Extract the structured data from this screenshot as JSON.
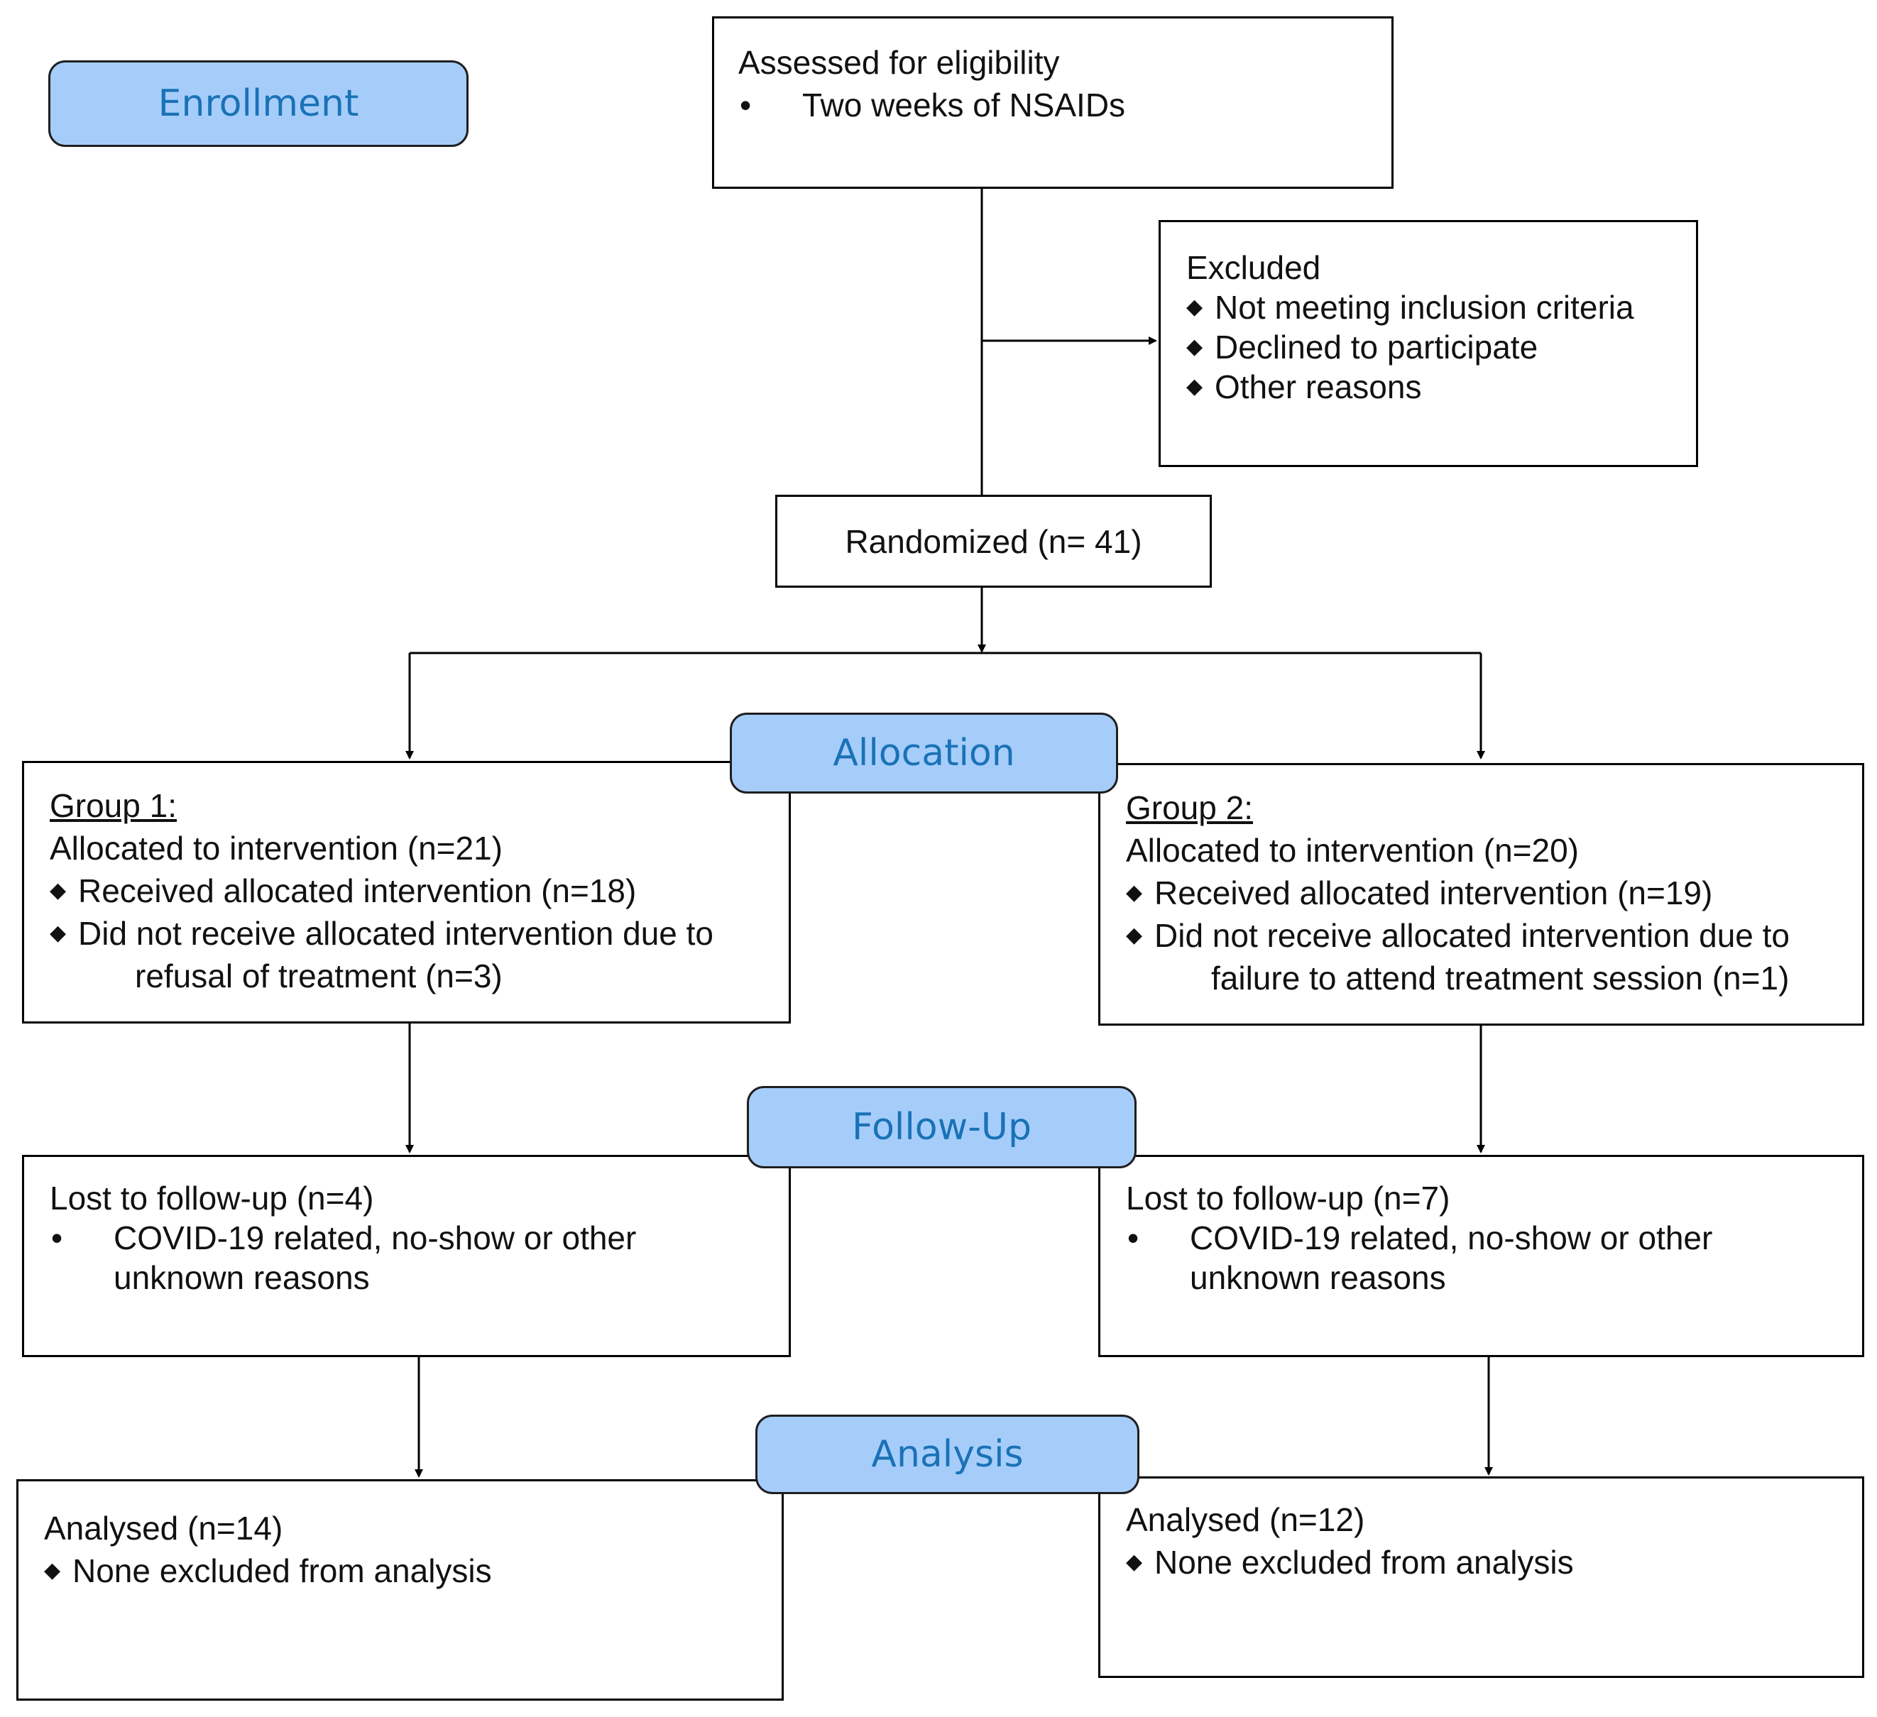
{
  "colors": {
    "stage_fill": "#a6cdfa",
    "stage_text": "#1a72b6",
    "line": "#000000"
  },
  "stages": {
    "enrollment": "Enrollment",
    "allocation": "Allocation",
    "followup": "Follow-Up",
    "analysis": "Analysis"
  },
  "assessed": {
    "title": "Assessed for eligibility",
    "items": [
      "Two weeks of NSAIDs"
    ]
  },
  "excluded": {
    "title": "Excluded",
    "items": [
      "Not meeting inclusion criteria",
      "Declined to participate",
      "Other reasons"
    ]
  },
  "randomized": "Randomized (n= 41)",
  "group1": {
    "title": "Group 1:",
    "allocated": "Allocated to intervention (n=21)",
    "received": "Received allocated intervention (n=18)",
    "not_received_1": "Did not receive allocated intervention due to",
    "not_received_2": "refusal of treatment (n=3)",
    "lost": "Lost to follow-up (n=4)",
    "lost_reason_1": "COVID-19 related, no-show or other",
    "lost_reason_2": "unknown reasons",
    "analysed": "Analysed (n=14)",
    "analysed_note": "None excluded from analysis"
  },
  "group2": {
    "title": "Group 2:",
    "allocated": "Allocated to intervention (n=20)",
    "received": "Received allocated intervention (n=19)",
    "not_received_1": "Did not receive allocated intervention due to",
    "not_received_2": "failure to attend treatment session (n=1)",
    "lost": "Lost to follow-up (n=7)",
    "lost_reason_1": "COVID-19 related, no-show or other",
    "lost_reason_2": "unknown reasons",
    "analysed": "Analysed (n=12)",
    "analysed_note": "None excluded from analysis"
  }
}
